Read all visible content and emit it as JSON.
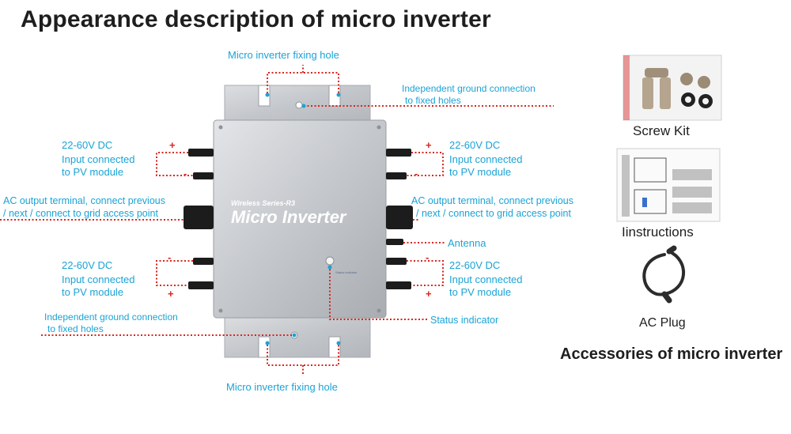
{
  "title": "Appearance description of micro inverter",
  "device": {
    "brand_line": "Wireless Series-R3",
    "name": "Micro Inverter",
    "status_small": "Status indicator"
  },
  "labels": {
    "fixing_hole_top": "Micro inverter fixing hole",
    "fixing_hole_bottom": "Micro inverter fixing hole",
    "ground_top_1": "Independent ground connection",
    "ground_top_2": "to fixed holes",
    "ground_bottom_1": "Independent ground connection",
    "ground_bottom_2": "to fixed holes",
    "dc_tl_1": "22-60V DC",
    "dc_tl_2": "Input connected",
    "dc_tl_3": "to PV module",
    "dc_tr_1": "22-60V DC",
    "dc_tr_2": "Input connected",
    "dc_tr_3": "to PV module",
    "dc_bl_1": "22-60V DC",
    "dc_bl_2": "Input connected",
    "dc_bl_3": "to PV module",
    "dc_br_1": "22-60V DC",
    "dc_br_2": "Input connected",
    "dc_br_3": "to PV module",
    "ac_left_1": "AC output terminal, connect previous",
    "ac_left_2": "/ next / connect to grid access point",
    "ac_right_1": "AC output terminal, connect previous",
    "ac_right_2": "/ next / connect to grid access point",
    "antenna": "Antenna",
    "status": "Status indicator"
  },
  "signs": {
    "plus": "+",
    "minus": "-"
  },
  "accessories": {
    "heading": "Accessories of micro inverter",
    "items": [
      {
        "label": "Screw Kit"
      },
      {
        "label": "Iinstructions"
      },
      {
        "label": "AC Plug"
      }
    ]
  },
  "colors": {
    "label_blue": "#1aa3d6",
    "dotted_red": "#d7261e",
    "plate": "#c9ccd0"
  }
}
